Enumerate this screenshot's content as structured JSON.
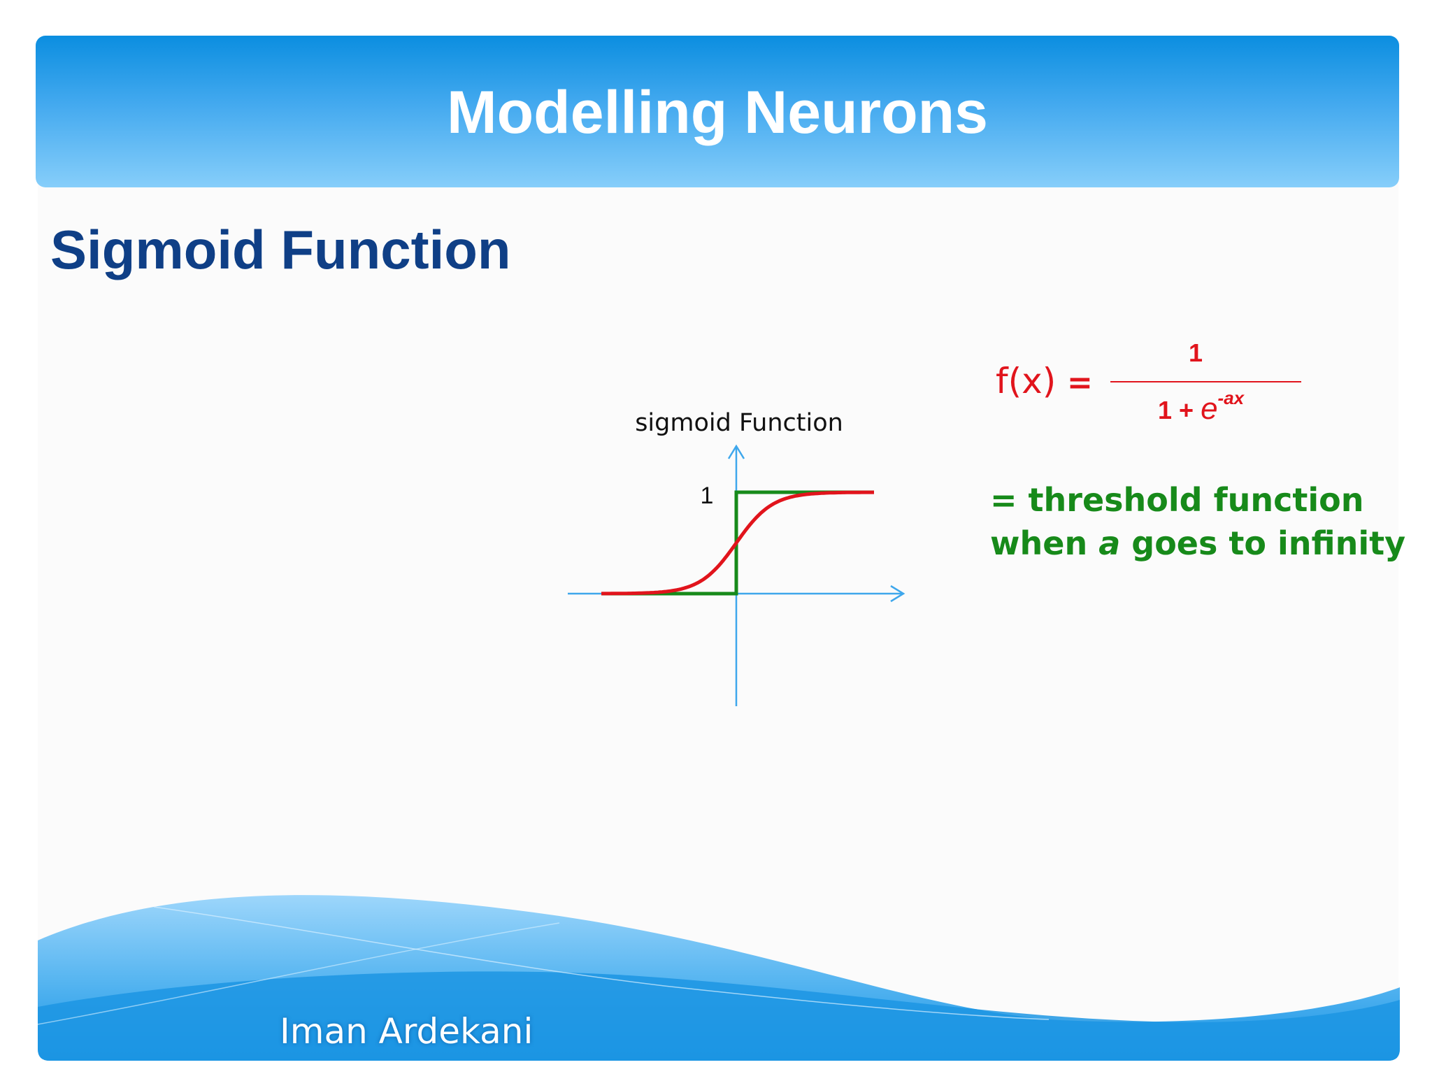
{
  "slide": {
    "title": "Modelling Neurons",
    "subtitle": "Sigmoid Function",
    "author": "Iman Ardekani"
  },
  "diagram": {
    "caption": "sigmoid Function",
    "y_tick_label": "1",
    "curves": [
      {
        "kind": "sigmoid",
        "color": "#e1141c"
      },
      {
        "kind": "step-threshold",
        "color": "#178a1a"
      }
    ],
    "axis_color": "#3ea7ec"
  },
  "formula": {
    "lhs": "f(x)",
    "equals": "=",
    "numerator": "1",
    "denominator_prefix": "1 + ",
    "denominator_base": "e",
    "denominator_exponent": "-ax"
  },
  "note": {
    "line1": "= threshold function",
    "line2_before": "when ",
    "line2_var": "a",
    "line2_after": " goes to infinity"
  },
  "colors": {
    "title_text": "#ffffff",
    "subtitle": "#0f3f86",
    "formula": "#e1141c",
    "note": "#178a1a",
    "title_bar_top": "#0b8ee0",
    "title_bar_bottom": "#86cefa"
  }
}
